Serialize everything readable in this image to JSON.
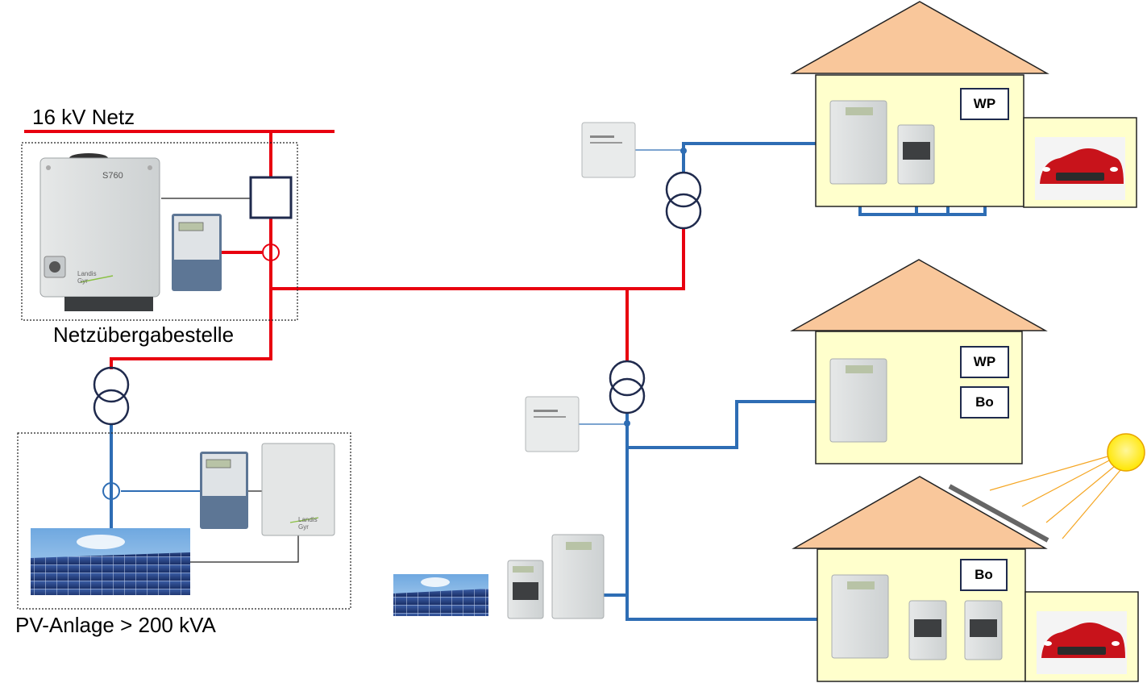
{
  "labels": {
    "grid": "16 kV Netz",
    "handover": "Netzübergabestelle",
    "pv_plant": "PV-Anlage > 200 kVA"
  },
  "devices": {
    "station_label": "S760",
    "brand_label": "Landis Gyr"
  },
  "house1": {
    "box1": "WP"
  },
  "house2": {
    "box1": "WP",
    "box2": "Bo"
  },
  "house3": {
    "box1": "Bo"
  },
  "colors": {
    "medium_voltage": "#e8000f",
    "low_voltage": "#2e6db4",
    "roof": "#f9c79b",
    "house_wall": "#ffffcc",
    "sun": "#ffee00",
    "dark_box": "#1f2a4d"
  },
  "icons": [
    "transformer-icon",
    "current-sensor-icon",
    "smart-meter-icon",
    "gateway-icon",
    "solar-panel-icon",
    "electric-car-icon",
    "sun-icon"
  ]
}
